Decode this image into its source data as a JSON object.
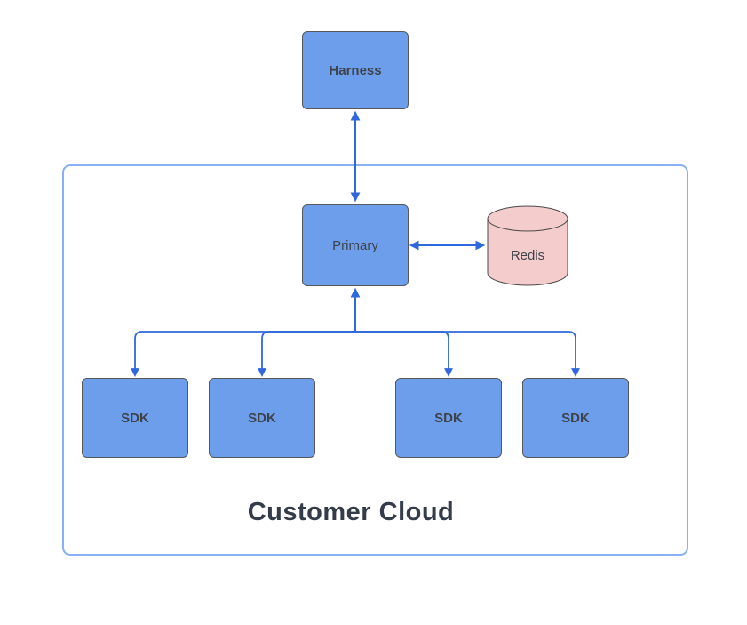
{
  "diagram": {
    "container": {
      "label": "Customer Cloud"
    },
    "nodes": {
      "harness": {
        "label": "Harness",
        "shape": "rectangle"
      },
      "primary": {
        "label": "Primary",
        "shape": "rectangle"
      },
      "redis": {
        "label": "Redis",
        "shape": "cylinder"
      },
      "sdks": [
        "SDK",
        "SDK",
        "SDK",
        "SDK"
      ]
    },
    "connections": [
      {
        "from": "harness",
        "to": "primary",
        "direction": "bidirectional"
      },
      {
        "from": "primary",
        "to": "redis",
        "direction": "bidirectional"
      },
      {
        "from": "primary",
        "to": "sdk-1",
        "direction": "bidirectional"
      },
      {
        "from": "primary",
        "to": "sdk-2",
        "direction": "bidirectional"
      },
      {
        "from": "primary",
        "to": "sdk-3",
        "direction": "bidirectional"
      },
      {
        "from": "primary",
        "to": "sdk-4",
        "direction": "bidirectional"
      }
    ],
    "colors": {
      "node_fill": "#6D9EEB",
      "node_border": "#56585B",
      "cylinder_fill": "#F4CCCC",
      "cylinder_border": "#4A4A4A",
      "connector": "#2F68DC",
      "container_border": "#8AB0F4",
      "label_text": "#3E434B",
      "title_text": "#343B49",
      "background": "#FFFFFF"
    }
  }
}
